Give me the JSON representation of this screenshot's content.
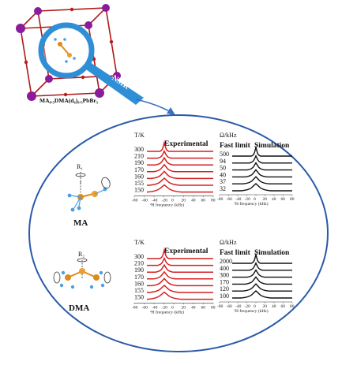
{
  "crystal": {
    "formula": "MA₀.₅DMA(d₆)₀.₅PbBr₃",
    "magnifier_label": "NMR"
  },
  "panels": {
    "ma": {
      "molecule_label": "MA",
      "rotation_label": "R₁",
      "experimental": {
        "param_header": "T/K",
        "title": "Experimental",
        "params": [
          "300",
          "210",
          "190",
          "170",
          "160",
          "155",
          "150"
        ],
        "ticks": [
          "-80",
          "-60",
          "-40",
          "-20",
          "0",
          "20",
          "40",
          "60",
          "80"
        ],
        "xlabel": "²H frequency (kHz)"
      },
      "simulation": {
        "param_header": "Ω/kHz",
        "title": "Simulation",
        "fast_label": "Fast limit",
        "params": [
          "500",
          "94",
          "50",
          "40",
          "37",
          "32"
        ],
        "ticks": [
          "-80",
          "-60",
          "-40",
          "-20",
          "0",
          "20",
          "40",
          "60",
          "80"
        ],
        "xlabel": "²H frequency (kHz)"
      }
    },
    "dma": {
      "molecule_label": "DMA",
      "rotation_label": "R₂",
      "experimental": {
        "param_header": "T/K",
        "title": "Experimental",
        "params": [
          "300",
          "210",
          "190",
          "170",
          "160",
          "155",
          "150"
        ],
        "ticks": [
          "-80",
          "-60",
          "-40",
          "-20",
          "0",
          "20",
          "40",
          "60",
          "80"
        ],
        "xlabel": "²H frequency (kHz)"
      },
      "simulation": {
        "param_header": "Ω/kHz",
        "title": "Simulation",
        "fast_label": "Fast limit",
        "params": [
          "2000",
          "400",
          "300",
          "170",
          "120",
          "100"
        ],
        "ticks": [
          "-80",
          "-60",
          "-40",
          "-20",
          "0",
          "20",
          "40",
          "60",
          "80"
        ],
        "xlabel": "²H frequency (kHz)"
      }
    }
  },
  "colors": {
    "experimental": "#d42020",
    "simulation": "#111111",
    "lattice": "#b01818",
    "pb_atom": "#8a1c9a",
    "magnifier": "#2e8fd6",
    "arrow": "#3a6fc0",
    "ellipse": "#2a5aa8",
    "carbon": "#e08a1a",
    "nitrogen": "#e8a030",
    "hydrogen": "#4aa0e0"
  }
}
